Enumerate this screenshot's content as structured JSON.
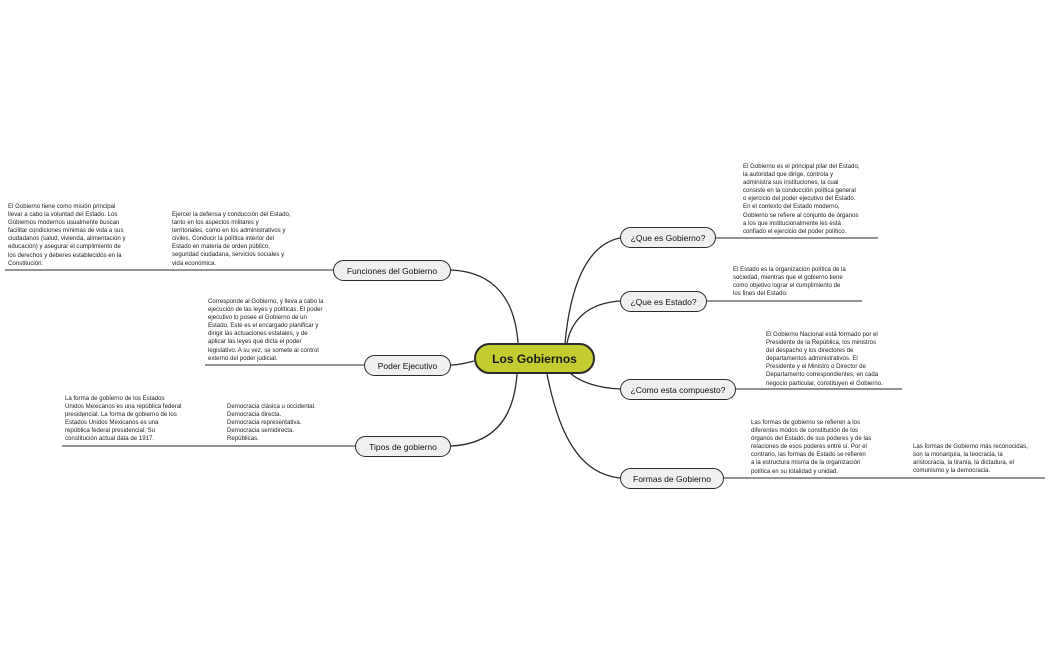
{
  "central": {
    "label": "Los Gobiernos"
  },
  "colors": {
    "central_fill": "#c3cc30",
    "node_fill": "#f0f0f0",
    "line": "#2b2b2b"
  },
  "topics": {
    "que_es_gobierno": {
      "label": "¿Que es Gobierno?",
      "notes": [
        [
          "El Gobierno es el principal pilar del Estado,",
          "la autoridad que dirige, controla y",
          "administra sus instituciones, la cual",
          "consiste en la conducción política general",
          "o ejercicio del poder ejecutivo del Estado.",
          "En el contexto del Estado moderno,",
          "Gobierno se refiere al conjunto de órganos",
          "a los que institucionalmente les está",
          "confiado el ejercicio del poder político."
        ]
      ]
    },
    "que_es_estado": {
      "label": "¿Que es Estado?",
      "notes": [
        [
          "El Estado es la organización política de la",
          "sociedad, mientras que el gobierno tiene",
          "como objetivo lograr el cumplimiento de",
          "los fines del Estado."
        ]
      ]
    },
    "como_esta_compuesto": {
      "label": "¿Como esta compuesto?",
      "notes": [
        [
          "El Gobierno Nacional está formado por el",
          "Presidente de la República, los ministros",
          "del despacho y los directores de",
          "departamentos administrativos. El",
          "Presidente y el Ministro o Director de",
          "Departamento correspondientes, en cada",
          "negocio particular, constituyen el Gobierno."
        ]
      ]
    },
    "formas_de_gobierno": {
      "label": "Formas de Gobierno",
      "notes": [
        [
          "Las formas de gobierno se refieren a los",
          "diferentes modos de constitución de los",
          "órganos del Estado, de sus poderes y de las",
          "relaciones de esos poderes entre sí. Por el",
          "contrario, las formas de Estado se refieren",
          "a la estructura misma de la organización",
          "política en su totalidad y unidad."
        ],
        [
          "Las formas de Gobierno más reconocidas,",
          "son la monarquía, la teocracia, la",
          "aristocracia, la tiranía, la dictadura, el",
          "comunismo y la democracia."
        ]
      ]
    },
    "funciones_del_gobierno": {
      "label": "Funciones del Gobierno",
      "notes": [
        [
          "Ejercer la defensa y conducción del Estado,",
          "tanto en los aspectos militares y",
          "territoriales, como en los administrativos y",
          "civiles. Conducir la política interior del",
          "Estado en materia de orden público,",
          "seguridad ciudadana, servicios sociales y",
          "vida económica."
        ],
        [
          "El Gobierno tiene como misión principal",
          "llevar a cabo la voluntad del Estado. Los",
          "Gobiernos modernos usualmente buscan",
          "facilitar condiciones mínimas de vida a sus",
          "ciudadanos (salud, vivienda, alimentación y",
          "educación) y asegurar el cumplimiento de",
          "los derechos y deberes establecidos en la",
          "Constitución."
        ]
      ]
    },
    "poder_ejecutivo": {
      "label": "Poder Ejecutivo",
      "notes": [
        [
          "Corresponde al Gobierno, y lleva a cabo la",
          "ejecución de las leyes y políticas. El poder",
          "ejecutivo lo posee el Gobierno de un",
          "Estado. Este es el encargado planificar y",
          "dirigir las actuaciones estatales, y de",
          "aplicar las leyes que dicta el poder",
          "legislativo. A su vez, se somete al control",
          "externo del poder judicial."
        ]
      ]
    },
    "tipos_de_gobierno": {
      "label": "Tipos de gobierno",
      "notes": [
        [
          "Democracia clásica u occidental.",
          "Democracia directa.",
          "Democracia representativa.",
          "Democracia semidirecta.",
          "Repúblicas."
        ],
        [
          "La forma de gobierno de los Estados",
          "Unidos Mexicanos es una república federal",
          "presidencial. La forma de gobierno de los",
          "Estados Unidos Mexicanos es una",
          "república federal presidencial. Su",
          "constitución actual data de 1917."
        ]
      ]
    }
  }
}
